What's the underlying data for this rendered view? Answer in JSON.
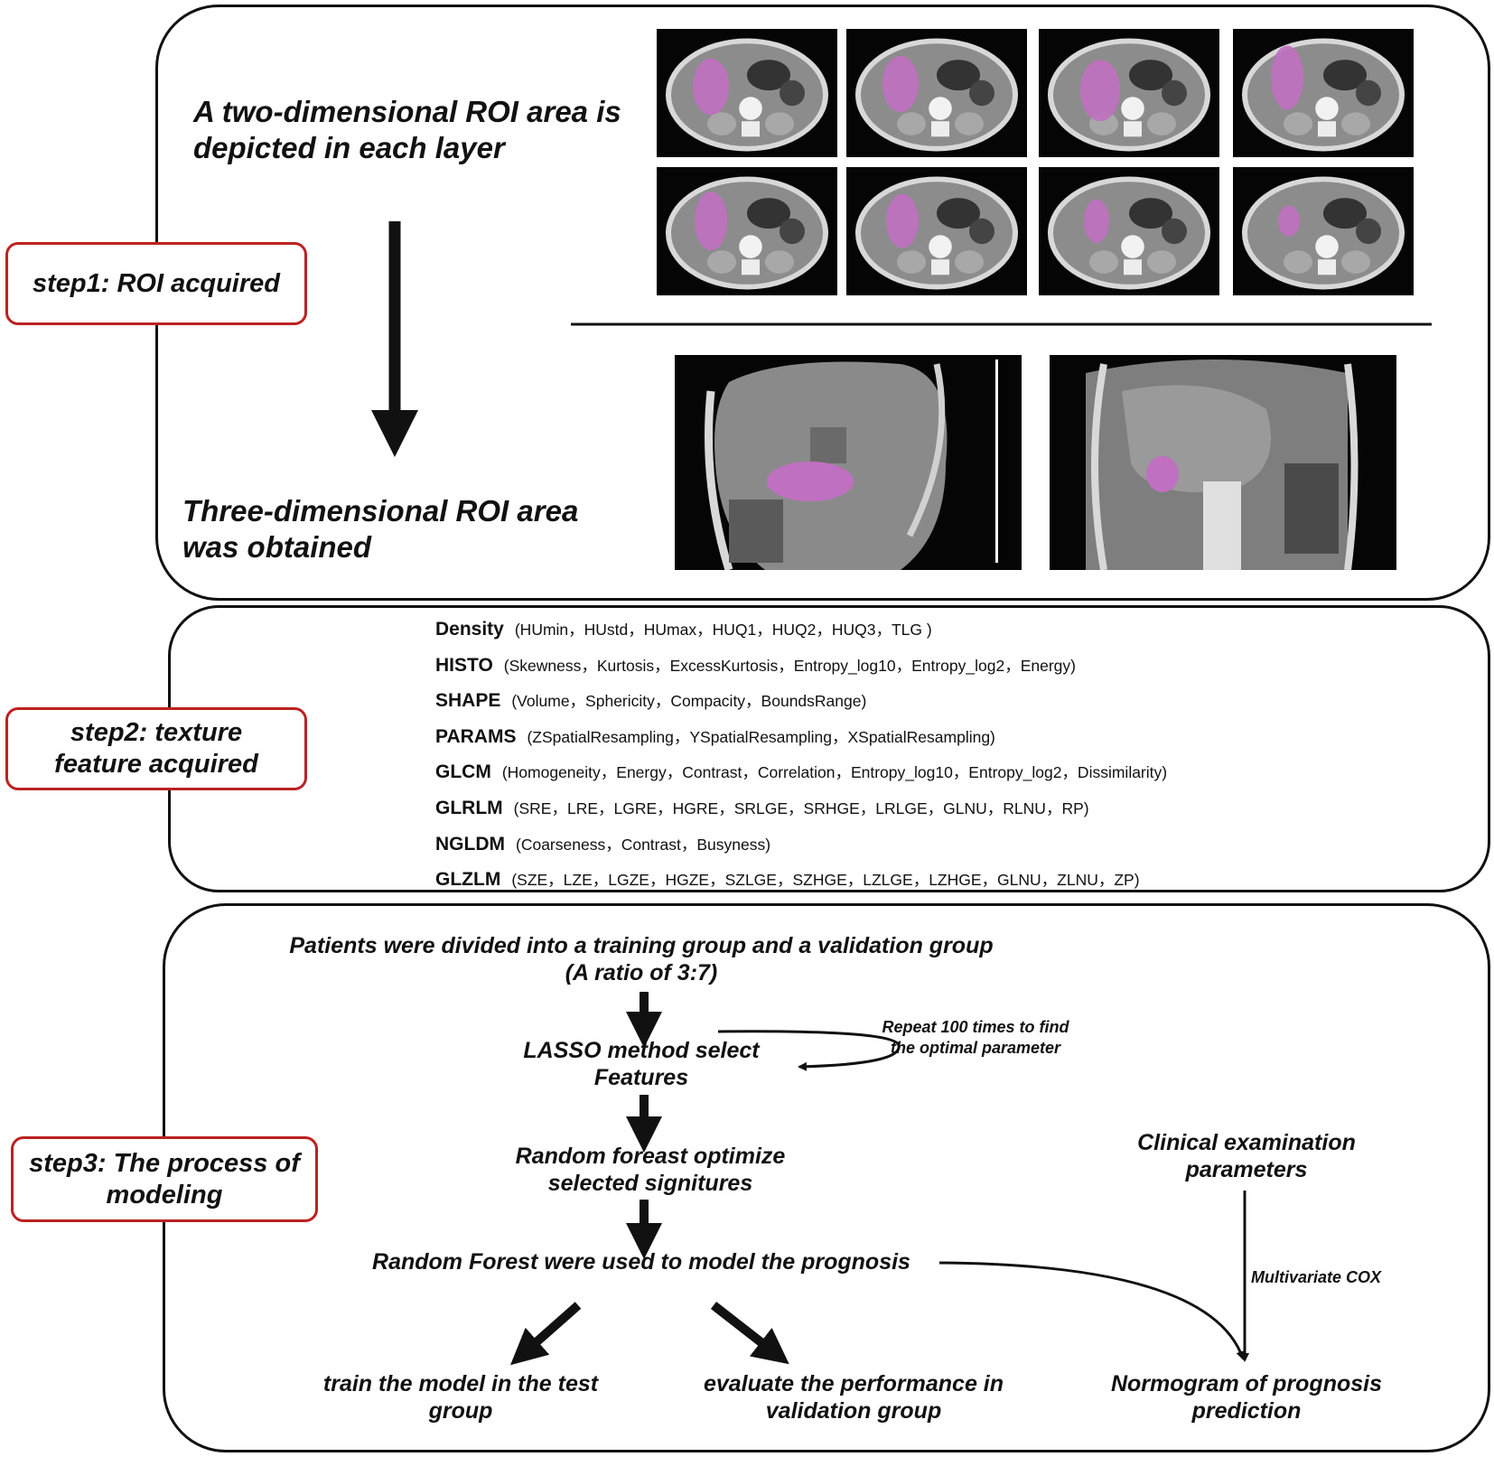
{
  "steps": {
    "step1": "step1: ROI acquired",
    "step2": "step2: texture feature acquired",
    "step3": "step3: The process of modeling"
  },
  "panel1": {
    "text_2d": "A two-dimensional ROI area is depicted in each layer",
    "text_3d": "Three-dimensional ROI area was obtained",
    "axial_images": [
      "axial-ct-slice-1",
      "axial-ct-slice-2",
      "axial-ct-slice-3",
      "axial-ct-slice-4",
      "axial-ct-slice-5",
      "axial-ct-slice-6",
      "axial-ct-slice-7",
      "axial-ct-slice-8"
    ],
    "reconstructions": [
      "sagittal-ct-reconstruction",
      "coronal-ct-reconstruction"
    ],
    "roi_color": "#c070c0"
  },
  "features": [
    {
      "name": "Density",
      "items": "(HUmin，HUstd，HUmax，HUQ1，HUQ2，HUQ3，TLG )"
    },
    {
      "name": "HISTO",
      "items": "(Skewness，Kurtosis，ExcessKurtosis，Entropy_log10，Entropy_log2，Energy)"
    },
    {
      "name": "SHAPE",
      "items": "(Volume，Sphericity，Compacity，BoundsRange)"
    },
    {
      "name": "PARAMS",
      "items": "(ZSpatialResampling，YSpatialResampling，XSpatialResampling)"
    },
    {
      "name": "GLCM",
      "items": "(Homogeneity，Energy，Contrast，Correlation，Entropy_log10，Entropy_log2，Dissimilarity)"
    },
    {
      "name": "GLRLM",
      "items": "(SRE，LRE，LGRE，HGRE，SRLGE，SRHGE，LRLGE，GLNU，RLNU，RP)"
    },
    {
      "name": "NGLDM",
      "items": "(Coarseness，Contrast，Busyness)"
    },
    {
      "name": "GLZLM",
      "items": "(SZE，LZE，LGZE，HGZE，SZLGE，SZHGE，LZLGE，LZHGE，GLNU，ZLNU，ZP)"
    }
  ],
  "modeling": {
    "divide_line1": "Patients were divided into a training group and a validation group",
    "divide_line2": "(A ratio of 3:7)",
    "lasso": "LASSO method select Features",
    "repeat": "Repeat 100 times to find the optimal parameter",
    "rf_optimize": "Random foreast optimize selected signitures",
    "rf_model": "Random Forest were used to model the prognosis",
    "clinical": "Clinical examination parameters",
    "cox": "Multivariate COX",
    "train": "train the model in the test group",
    "evaluate": "evaluate the performance in validation group",
    "nomogram": "Normogram of prognosis prediction"
  }
}
